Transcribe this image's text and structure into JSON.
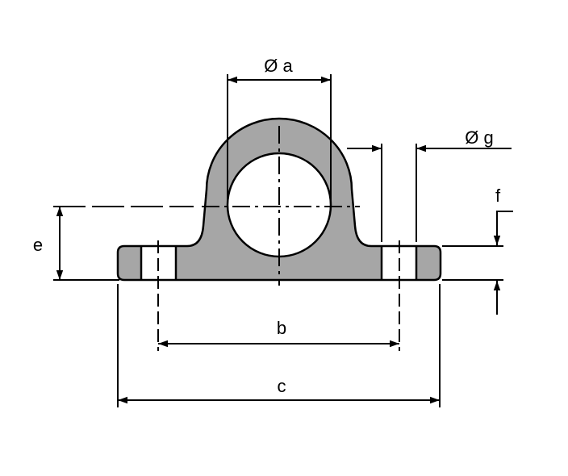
{
  "diagram": {
    "labels": {
      "a": "Ø a",
      "g": "Ø g",
      "f": "f",
      "e": "e",
      "b": "b",
      "c": "c"
    },
    "colors": {
      "fill": "#a6a6a6",
      "stroke": "#000000",
      "background": "#ffffff"
    }
  }
}
